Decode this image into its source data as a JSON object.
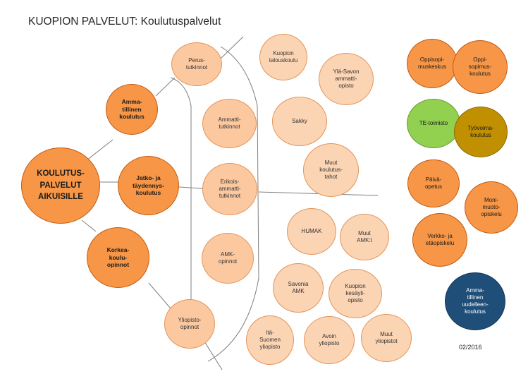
{
  "title": "KUOPION PALVELUT: Koulutuspalvelut",
  "date": "02/2016",
  "root": {
    "label": "KOULUTUS-\nPALVELUT\nAIKUISILLE"
  },
  "main": [
    {
      "key": "ammatillinen",
      "label": "Amma-\ntillinen\nkoulutus"
    },
    {
      "key": "jatko",
      "label": "Jatko- ja\ntäydennys-\nkoulutus"
    },
    {
      "key": "korkea",
      "label": "Korkea-\nkoulu-\nopinnot"
    }
  ],
  "degrees": [
    {
      "key": "perus",
      "label": "Perus-\ntutkinnot"
    },
    {
      "key": "ammatti",
      "label": "Ammatti-\ntutkinnot"
    },
    {
      "key": "erikois",
      "label": "Erikois-\nammatti-\ntutkinnot"
    },
    {
      "key": "amk",
      "label": "AMK-\nopinnot"
    },
    {
      "key": "yliopisto",
      "label": "Yliopisto-\nopinnot"
    }
  ],
  "schools": [
    {
      "key": "talouskoulu",
      "label": "Kuopion\ntalouskoulu"
    },
    {
      "key": "ylasavon",
      "label": "Ylä-Savon\nammatti-\nopisto"
    },
    {
      "key": "sakky",
      "label": "Sakky"
    },
    {
      "key": "muut-tahot",
      "label": "Muut\nkoulutus-\ntahot"
    },
    {
      "key": "humak",
      "label": "HUMAK"
    },
    {
      "key": "muut-amk",
      "label": "Muut\nAMK:t"
    },
    {
      "key": "savonia",
      "label": "Savonia\nAMK"
    },
    {
      "key": "kesayli",
      "label": "Kuopion\nkesäyli-\nopisto"
    },
    {
      "key": "ita-suomen",
      "label": "Itä-\nSuomen\nyliopisto"
    },
    {
      "key": "avoin",
      "label": "Avoin\nyliopisto"
    },
    {
      "key": "muut-yliopistot",
      "label": "Muut\nyliopistot"
    }
  ],
  "side": [
    {
      "key": "oppisopimuskeskus",
      "label": "Oppisopi-\nmuskeskus"
    },
    {
      "key": "oppisopimuskoulutus",
      "label": "Oppi-\nsopimus-\nkoulutus"
    },
    {
      "key": "te-toimisto",
      "label": "TE-toimisto"
    },
    {
      "key": "tyovoimakoulutus",
      "label": "Työvoima-\nkoulutus"
    },
    {
      "key": "paivaopetus",
      "label": "Päivä-\nopetus"
    },
    {
      "key": "monimuoto",
      "label": "Moni-\nmuoto-\nopiskelu"
    },
    {
      "key": "verkko",
      "label": "Verkko- ja\netäopiskelu"
    },
    {
      "key": "uudelleenkoulutus",
      "label": "Amma-\ntillinen\nuudelleen-\nkoulutus"
    }
  ],
  "colors": {
    "root_fill": "#f79646",
    "degree_fill": "#fbc8a0",
    "school_fill": "#fbd4b4",
    "te_toimisto_fill": "#92d050",
    "tyovoima_fill": "#c09000",
    "uudelleen_fill": "#1f4e79"
  }
}
